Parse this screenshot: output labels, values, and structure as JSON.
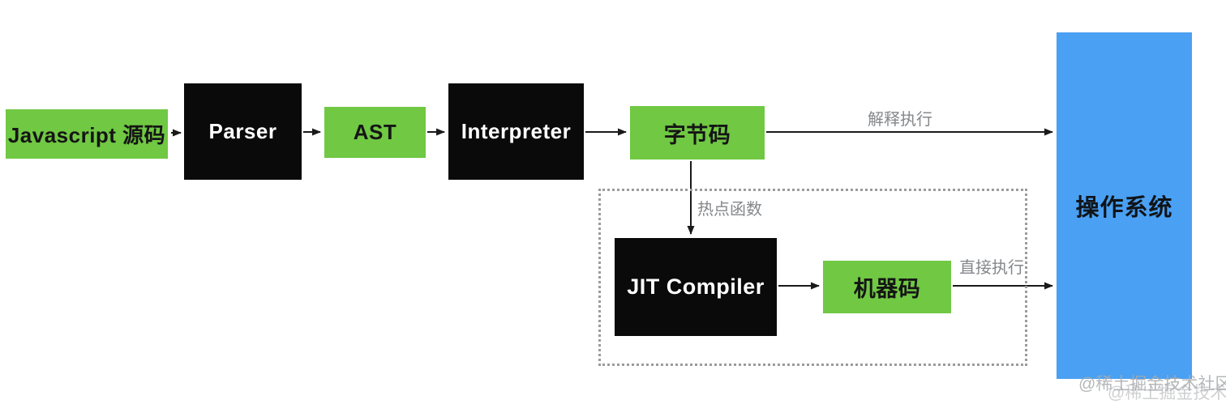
{
  "diagram": {
    "title_semantic": "javascript-engine-pipeline",
    "nodes": {
      "source": {
        "label": "Javascript 源码",
        "type": "data",
        "color": "#70C843"
      },
      "parser": {
        "label": "Parser",
        "type": "process",
        "color": "#0a0a0a"
      },
      "ast": {
        "label": "AST",
        "type": "data",
        "color": "#70C843"
      },
      "interpreter": {
        "label": "Interpreter",
        "type": "process",
        "color": "#0a0a0a"
      },
      "bytecode": {
        "label": "字节码",
        "type": "data",
        "color": "#70C843"
      },
      "jit": {
        "label": "JIT Compiler",
        "type": "process",
        "color": "#0a0a0a"
      },
      "machine_code": {
        "label": "机器码",
        "type": "data",
        "color": "#70C843"
      },
      "os": {
        "label": "操作系统",
        "type": "target",
        "color": "#4AA0F2"
      }
    },
    "edge_labels": {
      "interpret_execute": "解释执行",
      "hot_function": "热点函数",
      "direct_execute": "直接执行"
    },
    "edges": [
      {
        "from": "source",
        "to": "parser",
        "label": ""
      },
      {
        "from": "parser",
        "to": "ast",
        "label": ""
      },
      {
        "from": "ast",
        "to": "interpreter",
        "label": ""
      },
      {
        "from": "interpreter",
        "to": "bytecode",
        "label": ""
      },
      {
        "from": "bytecode",
        "to": "os",
        "label": "解释执行"
      },
      {
        "from": "bytecode",
        "to": "jit",
        "label": "热点函数"
      },
      {
        "from": "jit",
        "to": "machine_code",
        "label": ""
      },
      {
        "from": "machine_code",
        "to": "os",
        "label": "直接执行"
      }
    ],
    "colors": {
      "node_green": "#70C843",
      "node_black": "#0a0a0a",
      "node_blue": "#4AA0F2",
      "arrow": "#1a1a1a",
      "edge_label_gray": "#85878a",
      "dotted_border_gray": "#9b9b9b",
      "watermark_gray": "#a9abad",
      "background": "#ffffff"
    }
  },
  "watermark": {
    "text": "@稀土掘金技术社区"
  }
}
